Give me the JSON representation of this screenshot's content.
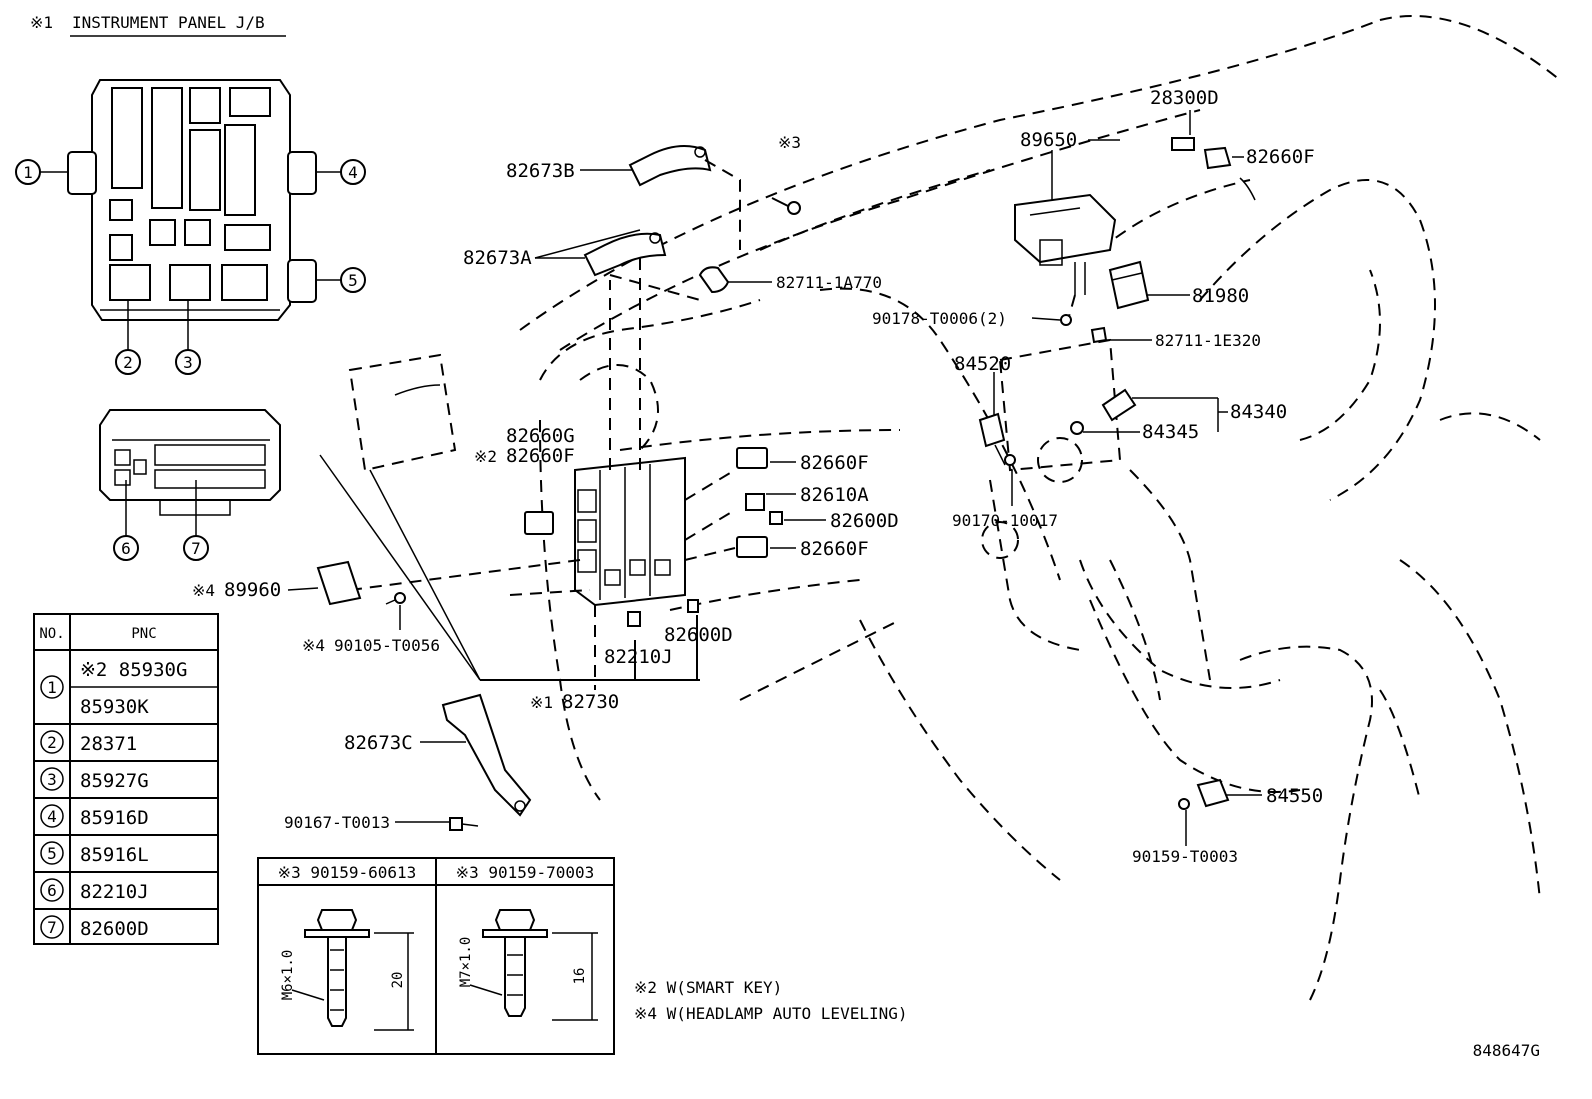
{
  "header": {
    "mark": "※1",
    "title": "INSTRUMENT PANEL J/B"
  },
  "jb_circles": [
    "1",
    "2",
    "3",
    "4",
    "5",
    "6",
    "7"
  ],
  "callouts": {
    "c82673B": "82673B",
    "c82673A": "82673A",
    "c82711_1A770": "82711-1A770",
    "c28300D": "28300D",
    "c89650": "89650",
    "c82660F_top": "82660F",
    "c81980": "81980",
    "c90178": "90178-T0006(2)",
    "c82711_1E320": "82711-1E320",
    "c84520": "84520",
    "c84340": "84340",
    "c84345": "84345",
    "c82660G": "82660G",
    "c82660F_left": "82660F",
    "c82660F_r1": "82660F",
    "c82610A": "82610A",
    "c82600D_r": "82600D",
    "c82660F_r2": "82660F",
    "c90170": "90170-10017",
    "c89960": "89960",
    "c90105": "90105-T0056",
    "c82600D_b": "82600D",
    "c82210J": "82210J",
    "c82730": "82730",
    "c82673C": "82673C",
    "c90167": "90167-T0013",
    "c84550": "84550",
    "c90159_T0003": "90159-T0003"
  },
  "marks": {
    "m3_top": "※3",
    "m2_82660F": "※2",
    "m4_89960": "※4",
    "m4_90105": "※4",
    "m1_82730": "※1"
  },
  "pnc_table": {
    "col_no": "NO.",
    "col_pnc": "PNC",
    "rows": [
      {
        "no": "1",
        "pnc": [
          "※2 85930G",
          "85930K"
        ]
      },
      {
        "no": "2",
        "pnc": [
          "28371"
        ]
      },
      {
        "no": "3",
        "pnc": [
          "85927G"
        ]
      },
      {
        "no": "4",
        "pnc": [
          "85916D"
        ]
      },
      {
        "no": "5",
        "pnc": [
          "85916L"
        ]
      },
      {
        "no": "6",
        "pnc": [
          "82210J"
        ]
      },
      {
        "no": "7",
        "pnc": [
          "82600D"
        ]
      }
    ]
  },
  "bolts": [
    {
      "header": "※3 90159-60613",
      "thread": "M6×1.0",
      "length": "20"
    },
    {
      "header": "※3 90159-70003",
      "thread": "M7×1.0",
      "length": "16"
    }
  ],
  "notes": [
    "※2  W(SMART KEY)",
    "※4  W(HEADLAMP AUTO LEVELING)"
  ],
  "diagram_id": "848647G"
}
